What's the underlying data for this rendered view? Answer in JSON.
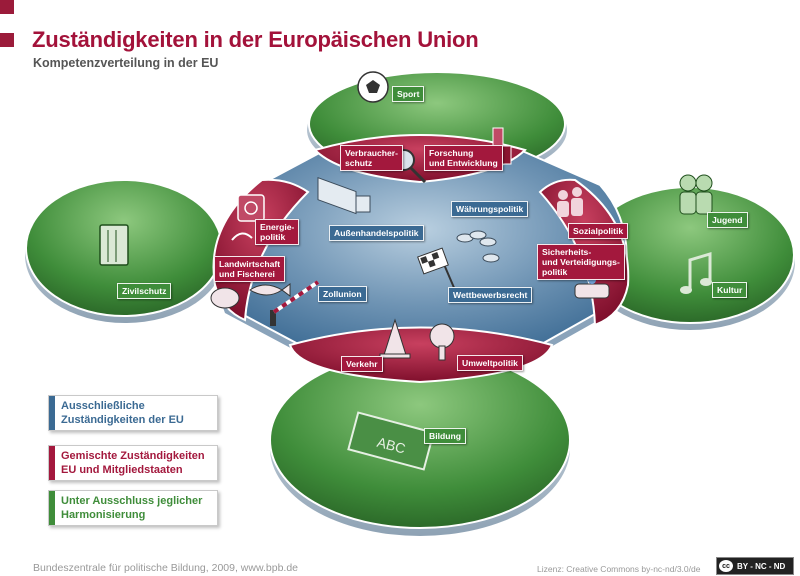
{
  "title": "Zuständigkeiten in der Europäischen Union",
  "subtitle": "Kompetenzverteilung in der EU",
  "colors": {
    "exclusive": "#3b6a93",
    "shared": "#a3183d",
    "supporting": "#3f8d3a"
  },
  "exclusive": {
    "aussenhandel": "Außenhandelspolitik",
    "waehrung": "Währungspolitik",
    "zollunion": "Zollunion",
    "wettbewerb": "Wettbewerbsrecht"
  },
  "shared": {
    "verbraucherschutz": "Verbraucher-\nschutz",
    "forschung": "Forschung\nund Entwicklung",
    "energie": "Energie-\npolitik",
    "landwirtschaft": "Landwirtschaft\nund Fischerei",
    "sozialpolitik": "Sozialpolitik",
    "sicherheit": "Sicherheits-\nund Verteidigungs-\npolitik",
    "verkehr": "Verkehr",
    "umwelt": "Umweltpolitik"
  },
  "supporting": {
    "sport": "Sport",
    "zivilschutz": "Zivilschutz",
    "jugend": "Jugend",
    "kultur": "Kultur",
    "bildung": "Bildung"
  },
  "slate_text": "ABC",
  "legend": [
    {
      "label": "Ausschließliche\nZuständigkeiten der EU",
      "color": "#3b6a93"
    },
    {
      "label": "Gemischte Zuständigkeiten\nEU und Mitgliedstaaten",
      "color": "#a3183d"
    },
    {
      "label": "Unter Ausschluss jeglicher\nHarmonisierung",
      "color": "#3f8d3a"
    }
  ],
  "footer": "Bundeszentrale für politische Bildung, 2009, www.bpb.de",
  "license": "Lizenz: Creative Commons by-nc-nd/3.0/de",
  "cc_badge": "BY - NC - ND",
  "cc_mark": "cc"
}
